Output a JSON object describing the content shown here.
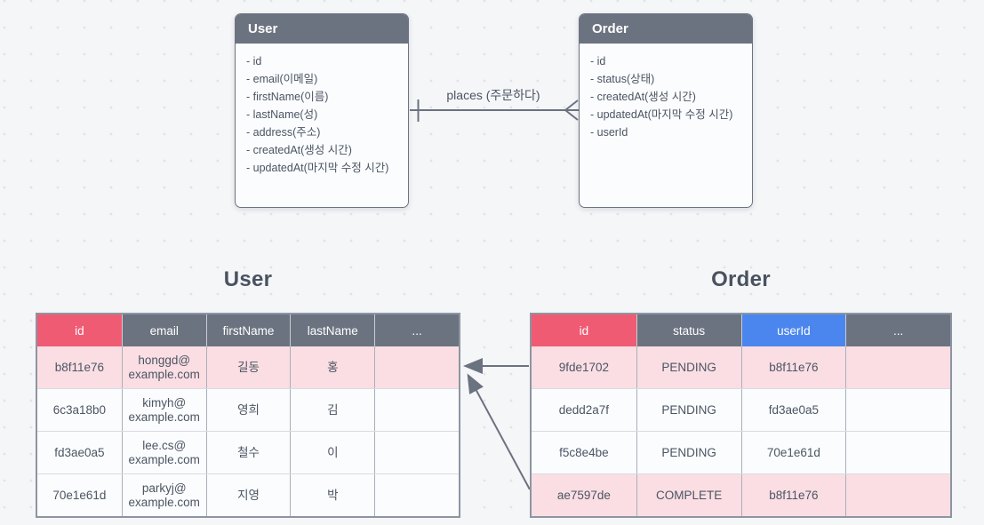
{
  "canvas": {
    "background": "#f5f6f8",
    "dot_color": "#e2e3e9"
  },
  "colors": {
    "entity_header": "#6c7380",
    "line": "#6b7280",
    "header_red": "#f05b74",
    "header_gray": "#6c7380",
    "header_blue": "#4b86ee",
    "row_highlight": "#fbdee3",
    "row_normal": "#fbfcfd",
    "text": "#4b5563"
  },
  "er": {
    "entities": [
      {
        "id": "user",
        "title": "User",
        "attributes": [
          "- id",
          "- email(이메일)",
          "- firstName(이름)",
          "- lastName(성)",
          "- address(주소)",
          "- createdAt(생성 시간)",
          "- updatedAt(마지막 수정 시간)"
        ]
      },
      {
        "id": "order",
        "title": "Order",
        "attributes": [
          "- id",
          "- status(상태)",
          "- createdAt(생성 시간)",
          "- updatedAt(마지막 수정 시간)",
          "- userId"
        ]
      }
    ],
    "relationship": {
      "label": "places (주문하다)",
      "from": "User",
      "to": "Order",
      "cardinality": "one-to-many"
    }
  },
  "tables": [
    {
      "id": "user",
      "title": "User",
      "columns": [
        {
          "label": "id",
          "variant": "red"
        },
        {
          "label": "email",
          "variant": "gray"
        },
        {
          "label": "firstName",
          "variant": "gray"
        },
        {
          "label": "lastName",
          "variant": "gray"
        },
        {
          "label": "...",
          "variant": "gray"
        }
      ],
      "rows": [
        {
          "highlight": true,
          "cells": [
            "b8f11e76",
            "honggd@example.com",
            "길동",
            "홍",
            ""
          ]
        },
        {
          "highlight": false,
          "cells": [
            "6c3a18b0",
            "kimyh@example.com",
            "영희",
            "김",
            ""
          ]
        },
        {
          "highlight": false,
          "cells": [
            "fd3ae0a5",
            "lee.cs@example.com",
            "철수",
            "이",
            ""
          ]
        },
        {
          "highlight": false,
          "cells": [
            "70e1e61d",
            "parkyj@example.com",
            "지영",
            "박",
            ""
          ]
        }
      ]
    },
    {
      "id": "order",
      "title": "Order",
      "columns": [
        {
          "label": "id",
          "variant": "red"
        },
        {
          "label": "status",
          "variant": "gray"
        },
        {
          "label": "userId",
          "variant": "blue"
        },
        {
          "label": "...",
          "variant": "gray"
        }
      ],
      "rows": [
        {
          "highlight": true,
          "cells": [
            "9fde1702",
            "PENDING",
            "b8f11e76",
            ""
          ]
        },
        {
          "highlight": false,
          "cells": [
            "dedd2a7f",
            "PENDING",
            "fd3ae0a5",
            ""
          ]
        },
        {
          "highlight": false,
          "cells": [
            "f5c8e4be",
            "PENDING",
            "70e1e61d",
            ""
          ]
        },
        {
          "highlight": true,
          "cells": [
            "ae7597de",
            "COMPLETE",
            "b8f11e76",
            ""
          ]
        }
      ]
    }
  ]
}
